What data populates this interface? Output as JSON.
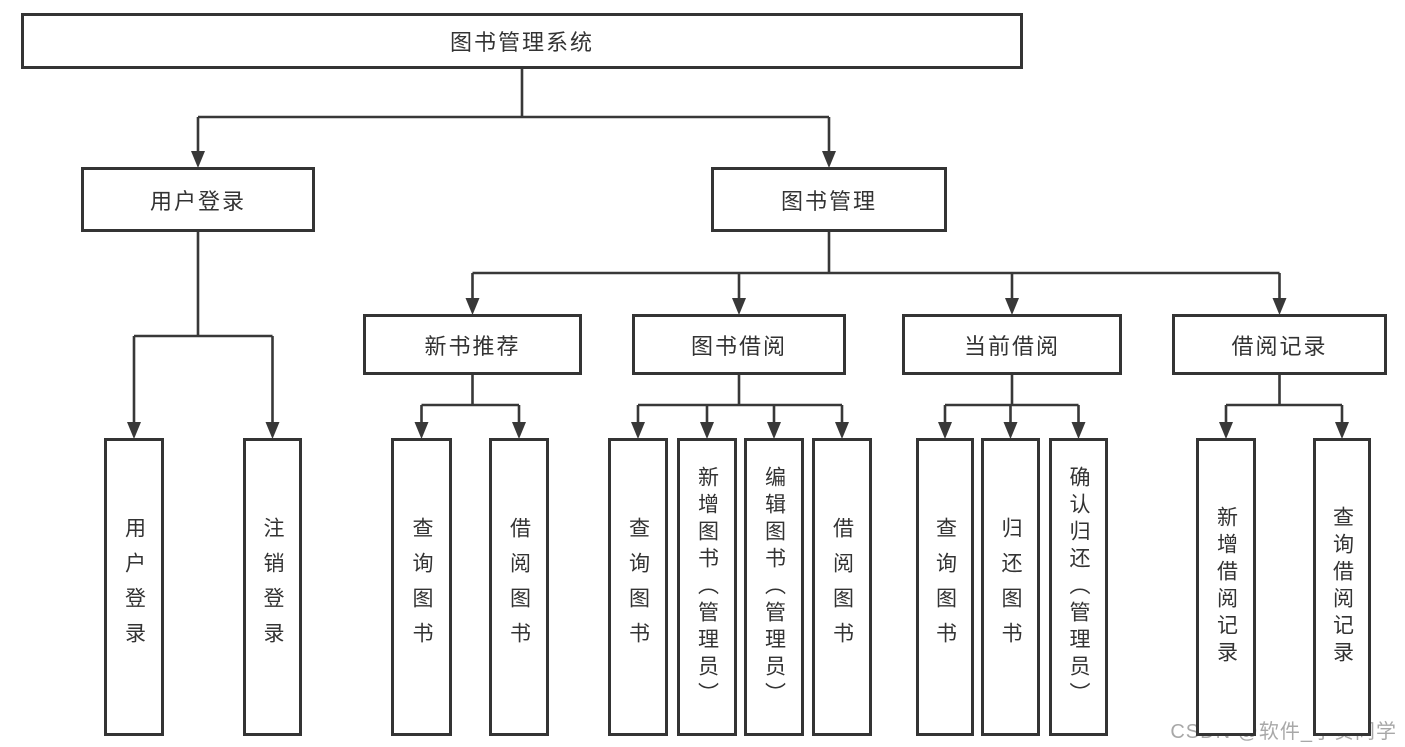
{
  "tree": {
    "id": "root",
    "label": "图书管理系统",
    "children": [
      {
        "id": "user-login",
        "label": "用户登录",
        "children": [
          {
            "id": "login",
            "label": "用户登录"
          },
          {
            "id": "logout",
            "label": "注销登录"
          }
        ]
      },
      {
        "id": "book-mgmt",
        "label": "图书管理",
        "children": [
          {
            "id": "new-book-rec",
            "label": "新书推荐",
            "children": [
              {
                "id": "nb-query",
                "label": "查询图书"
              },
              {
                "id": "nb-borrow",
                "label": "借阅图书"
              }
            ]
          },
          {
            "id": "book-borrow",
            "label": "图书借阅",
            "children": [
              {
                "id": "bb-query",
                "label": "查询图书"
              },
              {
                "id": "bb-add",
                "label": "新增图书（管理员）"
              },
              {
                "id": "bb-edit",
                "label": "编辑图书（管理员）"
              },
              {
                "id": "bb-borrow",
                "label": "借阅图书"
              }
            ]
          },
          {
            "id": "current-borrow",
            "label": "当前借阅",
            "children": [
              {
                "id": "cb-query",
                "label": "查询图书"
              },
              {
                "id": "cb-return",
                "label": "归还图书"
              },
              {
                "id": "cb-confirm",
                "label": "确认归还（管理员）"
              }
            ]
          },
          {
            "id": "borrow-record",
            "label": "借阅记录",
            "children": [
              {
                "id": "br-add",
                "label": "新增借阅记录"
              },
              {
                "id": "br-query",
                "label": "查询借阅记录"
              }
            ]
          }
        ]
      }
    ]
  },
  "watermark": {
    "text": "CSDN @软件_小贺同学"
  },
  "colors": {
    "line": "#383838",
    "box_border": "#343434",
    "text": "#333333",
    "watermark": "#9e9e9e",
    "background": "#ffffff"
  }
}
